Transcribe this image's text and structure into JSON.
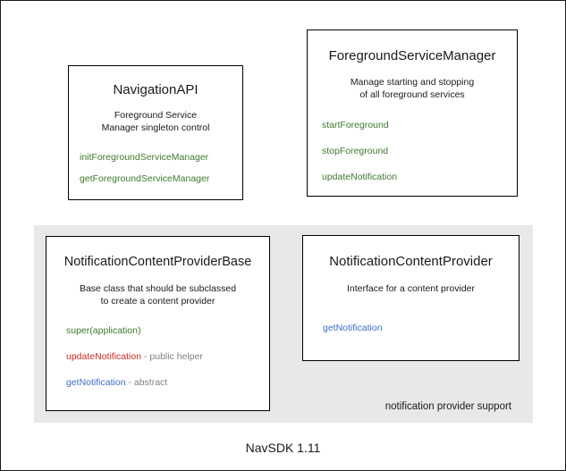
{
  "diagram": {
    "footer_caption": "NavSDK 1.11",
    "group": {
      "label": "notification provider support"
    },
    "boxes": {
      "navigation_api": {
        "title": "NavigationAPI",
        "description_line1": "Foreground Service",
        "description_line2": "Manager singleton control",
        "members": [
          {
            "name": "initForegroundServiceManager",
            "note": "",
            "color": "#3f7a2e"
          },
          {
            "name": "getForegroundServiceManager",
            "note": "",
            "color": "#3f7a2e"
          }
        ]
      },
      "foreground_service_manager": {
        "title": "ForegroundServiceManager",
        "description_line1": "Manage starting and stopping",
        "description_line2": "of all foreground services",
        "members": [
          {
            "name": "startForeground",
            "note": "",
            "color": "#3f7a2e"
          },
          {
            "name": "stopForeground",
            "note": "",
            "color": "#3f7a2e"
          },
          {
            "name": "updateNotification",
            "note": "",
            "color": "#3f7a2e"
          }
        ]
      },
      "notification_content_provider_base": {
        "title": "NotificationContentProviderBase",
        "description_line1": "Base class that should be subclassed",
        "description_line2": "to create a content provider",
        "members": [
          {
            "name": "super(application)",
            "note": "",
            "color": "#3f7a2e"
          },
          {
            "name": "updateNotification",
            "note": " - public helper",
            "color": "#cc2a22"
          },
          {
            "name": "getNotification",
            "note": " - abstract",
            "color": "#3b6fc4"
          }
        ]
      },
      "notification_content_provider": {
        "title": "NotificationContentProvider",
        "description_line1": "Interface for a content provider",
        "description_line2": "",
        "members": [
          {
            "name": "getNotification",
            "note": "",
            "color": "#3b6fc4"
          }
        ]
      }
    }
  },
  "colors": {
    "method_green": "#3f7a2e",
    "method_blue": "#3b6fc4",
    "method_red": "#cc2a22",
    "note_gray": "#808080",
    "group_background": "#e8e8e8",
    "border": "#000000",
    "text": "#1a1a1a"
  }
}
